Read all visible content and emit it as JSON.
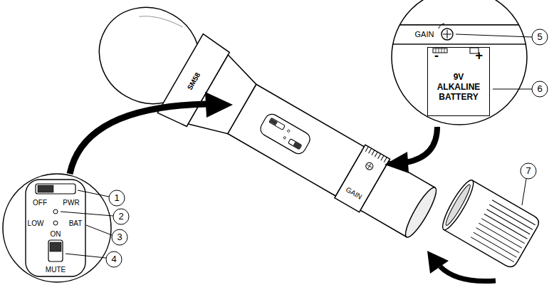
{
  "diagram": {
    "nodes": [
      {
        "text": [
          "-",
          "+",
          "9V ALKALINE BATTERY"
        ]
      }
    ],
    "labels": [
      "SM58",
      "GAIN",
      "GAIN",
      "5",
      "6",
      "7",
      "OFF",
      "PWR",
      "LOW",
      "BAT",
      "ON",
      "MUTE",
      "1",
      "2",
      "3",
      "4"
    ]
  }
}
